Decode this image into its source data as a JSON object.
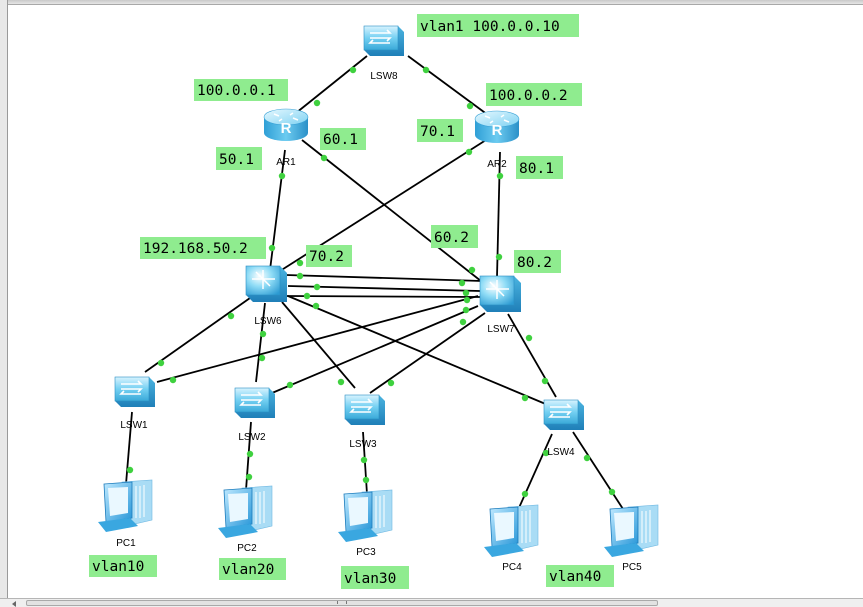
{
  "devices": {
    "LSW8": {
      "label": "LSW8"
    },
    "AR1": {
      "label": "AR1"
    },
    "AR2": {
      "label": "AR2"
    },
    "LSW6": {
      "label": "LSW6"
    },
    "LSW7": {
      "label": "LSW7"
    },
    "LSW1": {
      "label": "LSW1"
    },
    "LSW2": {
      "label": "LSW2"
    },
    "LSW3": {
      "label": "LSW3"
    },
    "LSW4": {
      "label": "LSW4"
    },
    "PC1": {
      "label": "PC1"
    },
    "PC2": {
      "label": "PC2"
    },
    "PC3": {
      "label": "PC3"
    },
    "PC4": {
      "label": "PC4"
    },
    "PC5": {
      "label": "PC5"
    }
  },
  "annotations": {
    "lsw8_vlan1": "vlan1 100.0.0.10",
    "ar1_uplink": "100.0.0.1",
    "ar2_uplink": "100.0.0.2",
    "ar1_6001": "60.1",
    "ar2_7001": "70.1",
    "ar1_5001": "50.1",
    "ar2_8001": "80.1",
    "lsw6_vlanif": "192.168.50.2",
    "lsw6_7002": "70.2",
    "lsw7_6002": "60.2",
    "lsw7_8002": "80.2",
    "pc1_vlan": "vlan10",
    "pc2_vlan": "vlan20",
    "pc3_vlan": "vlan30",
    "pc45_vlan": "vlan40"
  },
  "colors": {
    "tag_fill": "#8fec8f",
    "link": "#000000",
    "port_dot": "#3fd13f",
    "switch_blue": "#5ec8ef",
    "router_blue": "#4fb6e6",
    "pc_blue": "#2b9de0"
  },
  "icons": {
    "switch": "switch-icon",
    "core_switch": "core-switch-icon",
    "router": "router-icon",
    "pc": "pc-icon"
  }
}
